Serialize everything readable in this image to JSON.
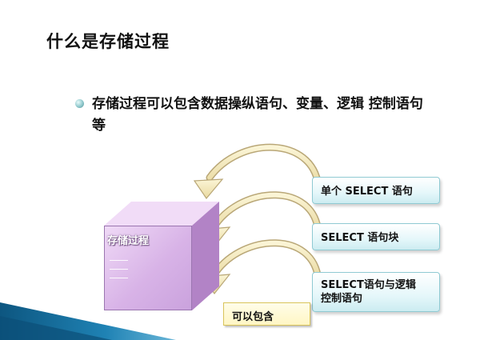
{
  "slide": {
    "title": "什么是存储过程",
    "bullet": {
      "line1": "存储过程可以包含数据操纵语句、变量、逻辑 控制语句",
      "line2": "等"
    }
  },
  "diagram": {
    "box_label": "存储过程",
    "callouts": [
      {
        "line1": "单个 SELECT 语句",
        "line2": ""
      },
      {
        "line1": "SELECT 语句块",
        "line2": ""
      },
      {
        "line1": "SELECT语句与逻辑",
        "line2": "控制语句"
      }
    ],
    "contains_label": "可以包含"
  },
  "colors": {
    "arrow_fill": "#f3e7b0",
    "arrow_stroke": "#b9a777",
    "box": "#d8b3e7",
    "callout_border": "#8fcad3",
    "band": "#1f82b4"
  }
}
